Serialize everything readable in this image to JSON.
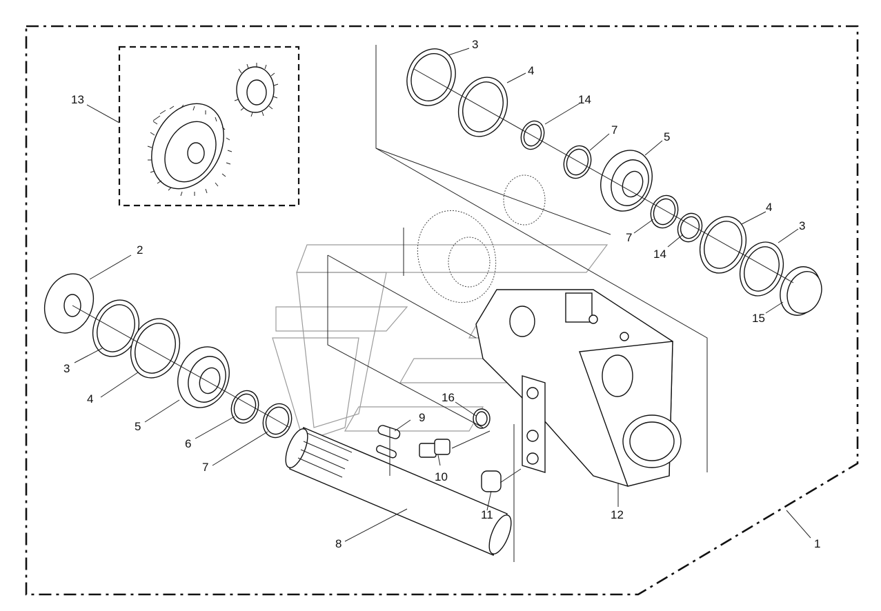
{
  "diagram": {
    "labels": {
      "l1": "1",
      "l2": "2",
      "l3a": "3",
      "l3b": "3",
      "l3c": "3",
      "l4a": "4",
      "l4b": "4",
      "l4c": "4",
      "l5a": "5",
      "l5b": "5",
      "l6": "6",
      "l7a": "7",
      "l7b": "7",
      "l7c": "7",
      "l8": "8",
      "l9": "9",
      "l10": "10",
      "l11": "11",
      "l12": "12",
      "l13": "13",
      "l14a": "14",
      "l14b": "14",
      "l15": "15",
      "l16": "16"
    }
  }
}
